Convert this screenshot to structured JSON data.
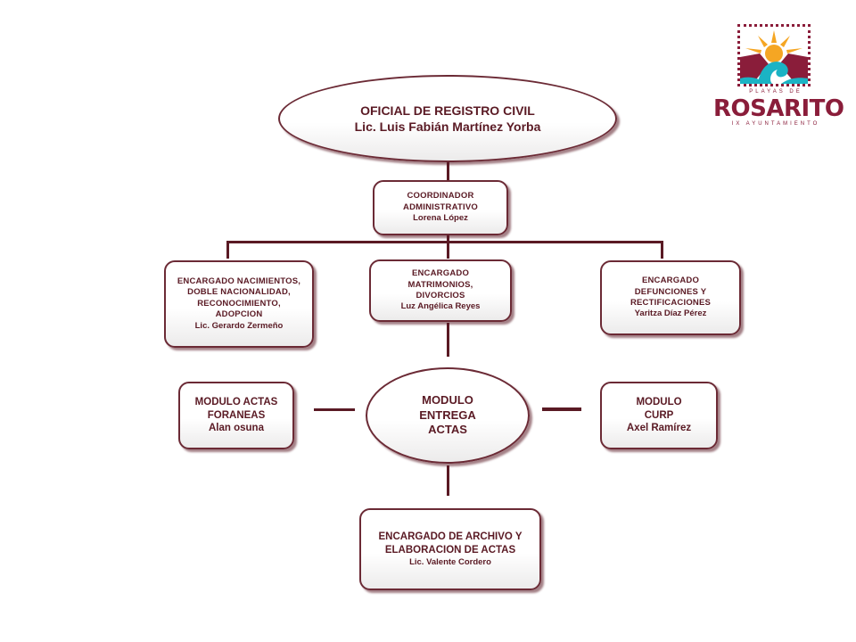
{
  "logo": {
    "top_text": "PLAYAS DE",
    "wordmark": "ROSARITO",
    "bottom_text": "IX AYUNTAMIENTO",
    "colors": {
      "primary": "#8a1d3a",
      "sun": "#f5a623",
      "sea": "#1bb3c4"
    }
  },
  "chart": {
    "root": {
      "title": "OFICIAL DE REGISTRO CIVIL",
      "name": "Lic. Luis Fabián Martínez Yorba"
    },
    "coordinator": {
      "title_line1": "COORDINADOR",
      "title_line2": "ADMINISTRATIVO",
      "name": "Lorena López"
    },
    "births": {
      "line1": "ENCARGADO NACIMIENTOS,",
      "line2": "DOBLE NACIONALIDAD,",
      "line3": "RECONOCIMIENTO,",
      "line4": "ADOPCION",
      "name": "Lic. Gerardo Zermeño"
    },
    "marriages": {
      "line1": "ENCARGADO",
      "line2": "MATRIMONIOS,",
      "line3": "DIVORCIOS",
      "name": "Luz Angélica Reyes"
    },
    "deaths": {
      "line1": "ENCARGADO",
      "line2": "DEFUNCIONES  Y",
      "line3": "RECTIFICACIONES",
      "name": "Yaritza Díaz Pérez"
    },
    "delivery": {
      "line1": "MODULO",
      "line2": "ENTREGA",
      "line3": "ACTAS"
    },
    "foreign": {
      "line1": "MODULO ACTAS",
      "line2": "FORANEAS",
      "name": "Alan osuna"
    },
    "curp": {
      "line1": "MODULO",
      "line2": "CURP",
      "name": "Axel Ramírez"
    },
    "archive": {
      "line1": "ENCARGADO DE  ARCHIVO Y",
      "line2": "ELABORACION DE ACTAS",
      "name": "Lic. Valente Cordero"
    }
  },
  "colors": {
    "text": "#5a1a24",
    "border": "#6b2a35",
    "connector": "#5a1a24"
  }
}
